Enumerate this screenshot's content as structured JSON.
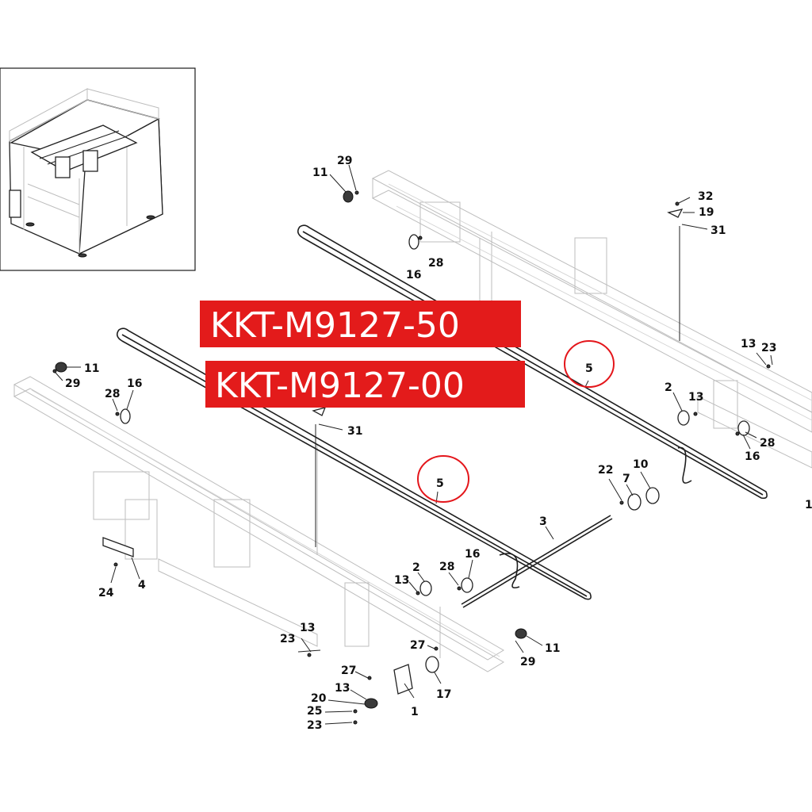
{
  "banners": [
    "KKT-M9127-50",
    "KKT-M9127-00"
  ],
  "callouts": {
    "c11_top": "11",
    "c29_top": "29",
    "c28_top": "28",
    "c16_top": "16",
    "c32": "32",
    "c19": "19",
    "c31_right": "31",
    "c13_r": "13",
    "c23_r": "23",
    "c2_r": "2",
    "c13_r2": "13",
    "c28_r": "28",
    "c16_r": "16",
    "c1_r": "1",
    "c5_a": "5",
    "c5_b": "5",
    "c22": "22",
    "c7": "7",
    "c10": "10",
    "c3": "3",
    "c11_l": "11",
    "c29_l": "29",
    "c28_l": "28",
    "c16_l": "16",
    "c31_l": "31",
    "c24": "24",
    "c4": "4",
    "c2_m": "2",
    "c13_m": "13",
    "c28_m": "28",
    "c16_m": "16",
    "c13_b": "13",
    "c23_b": "23",
    "c27_a": "27",
    "c27_b": "27",
    "c17": "17",
    "c11_b": "11",
    "c29_b": "29",
    "c13_c": "13",
    "c20": "20",
    "c25": "25",
    "c23_c": "23",
    "c1": "1"
  },
  "colors": {
    "accent": "#e31b1b",
    "line": "#1e1e1e",
    "faint": "#bdbdbd"
  }
}
